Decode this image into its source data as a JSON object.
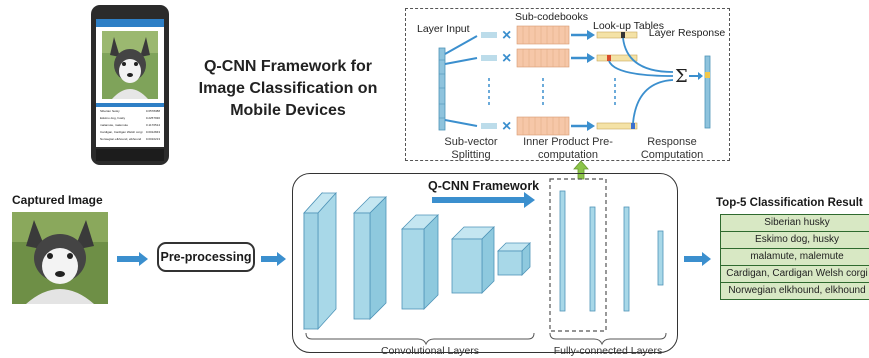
{
  "phone": {
    "labels": [
      {
        "name": "Siberian husky",
        "score": "0.6578388"
      },
      {
        "name": "Eskimo dog, husky",
        "score": "0.2257930"
      },
      {
        "name": "malamute, malemute",
        "score": "0.1170514"
      },
      {
        "name": "Cardigan, Cardigan Welsh corgi",
        "score": "0.0012843"
      },
      {
        "name": "Norwegian elkhound, elkhound",
        "score": "0.0010213"
      }
    ]
  },
  "title": {
    "line1": "Q-CNN Framework for",
    "line2": "Image Classification on",
    "line3": "Mobile Devices"
  },
  "detail": {
    "layer_input": "Layer Input",
    "sub_codebooks": "Sub-codebooks",
    "lookup_tables": "Look-up Tables",
    "layer_response": "Layer Response",
    "sum_symbol": "Σ",
    "times_symbol": "×",
    "sub_vector_splitting": "Sub-vector Splitting",
    "inner_product": "Inner Product Pre-computation",
    "response_computation": "Response Computation"
  },
  "pipeline": {
    "captured_image": "Captured Image",
    "preprocessing": "Pre-processing",
    "qcnn_framework": "Q-CNN Framework",
    "conv_layers": "Convolutional Layers",
    "fc_layers": "Fully-connected Layers"
  },
  "top5": {
    "title": "Top-5 Classification Result",
    "results": [
      "Siberian husky",
      "Eskimo dog, husky",
      "malamute, malemute",
      "Cardigan, Cardigan Welsh corgi",
      "Norwegian elkhound, elkhound"
    ]
  },
  "colors": {
    "arrow_blue": "#3b8fce",
    "layer_fill": "#a8d8e8",
    "layer_edge": "#5aa4c4",
    "codebook_fill": "#f6c7a8",
    "table_fill": "#f4e2a6",
    "result_fill": "#d8e8c4",
    "result_edge": "#2f6a2f",
    "up_arrow": "#8cc54a"
  }
}
